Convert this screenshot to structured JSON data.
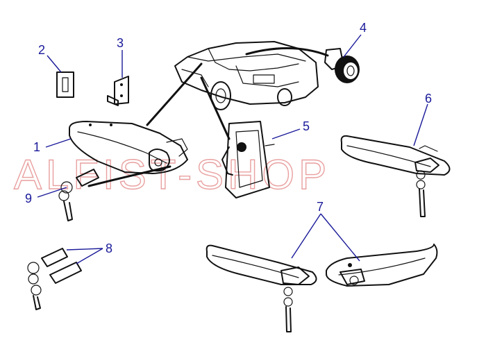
{
  "watermark": {
    "text": "ALFIST-SHOP"
  },
  "callouts": {
    "c1": "1",
    "c2": "2",
    "c3": "3",
    "c4": "4",
    "c5": "5",
    "c6": "6",
    "c7": "7",
    "c8": "8",
    "c9": "9"
  },
  "colors": {
    "callout": "#1a1a9a",
    "ink": "#111111",
    "watermark": "#e9a0a0"
  }
}
